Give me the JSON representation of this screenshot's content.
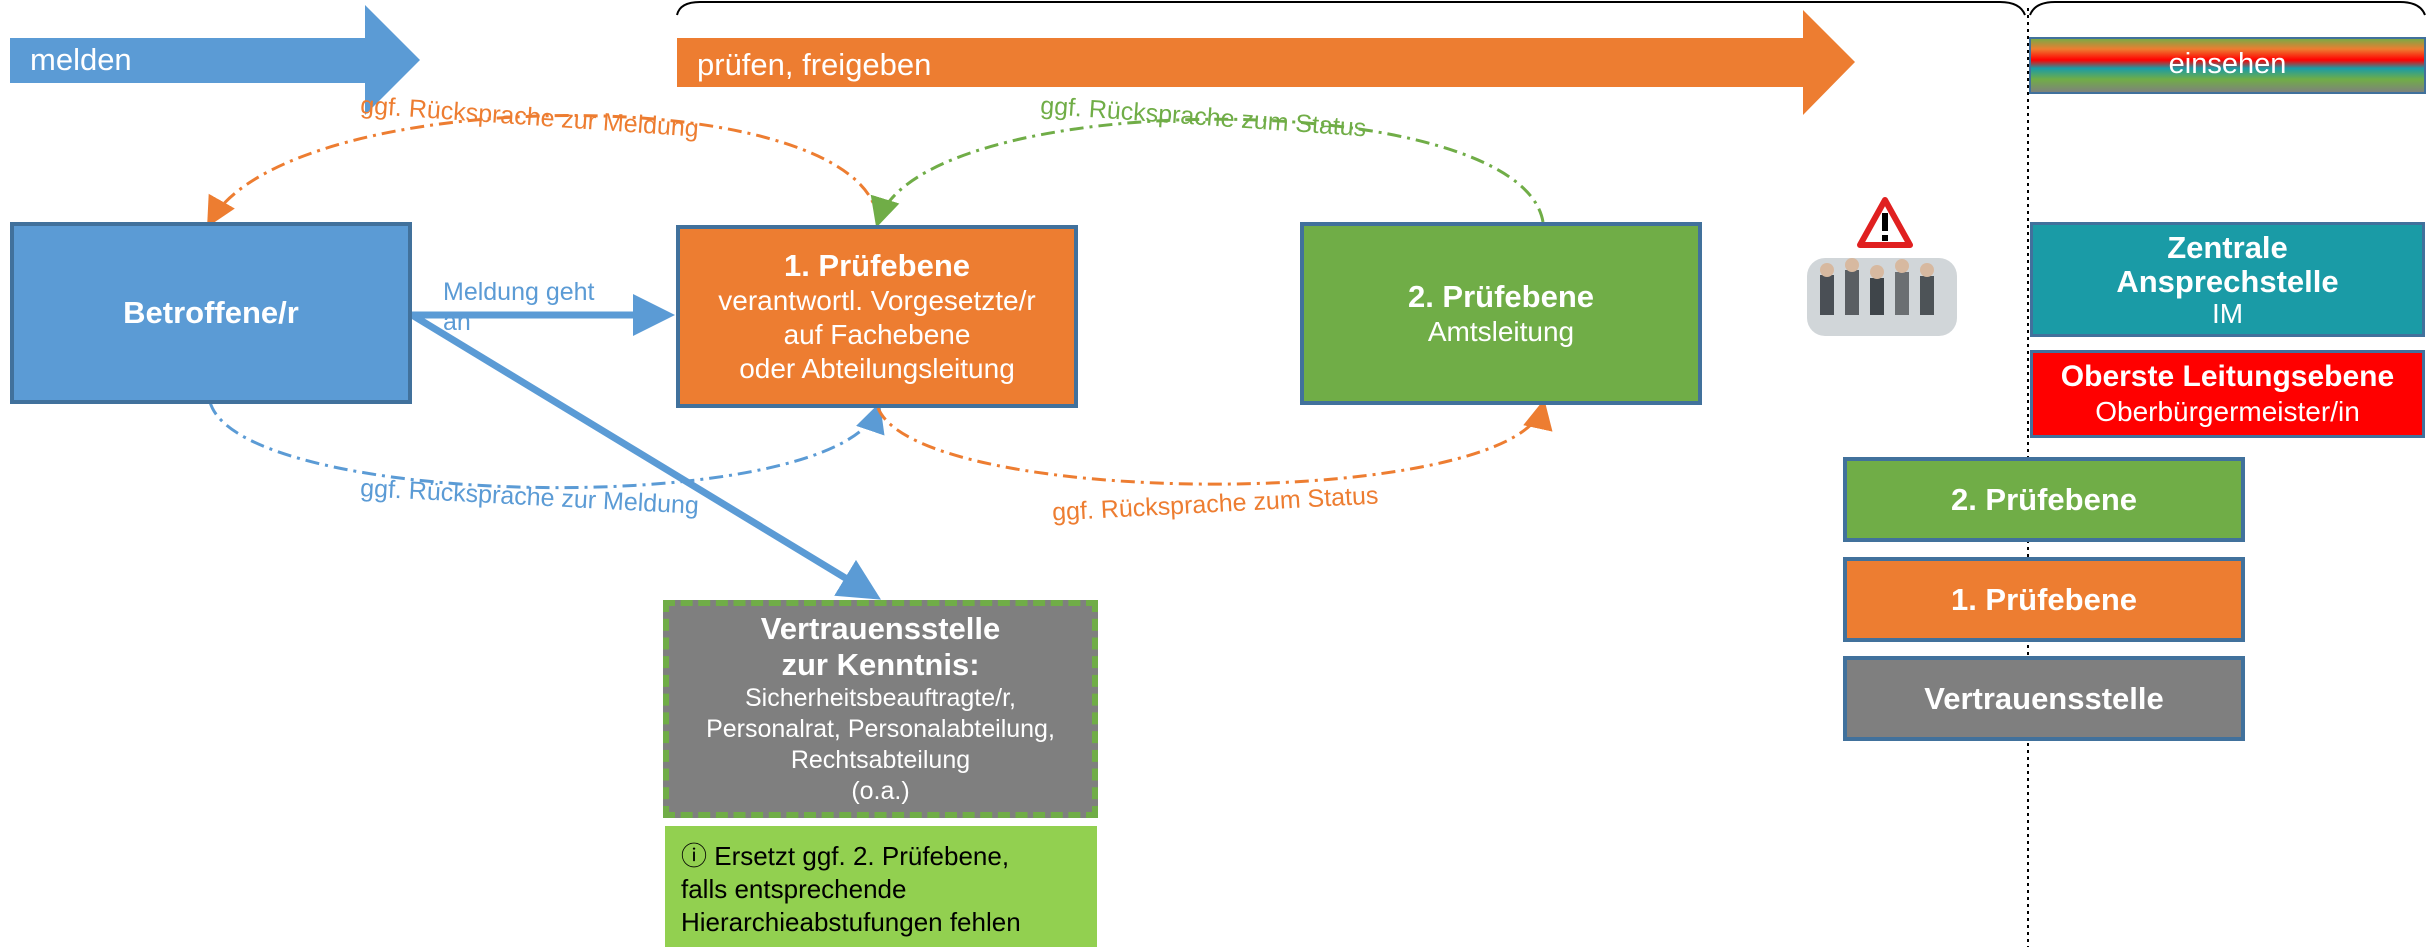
{
  "colors": {
    "blue": "#5b9bd5",
    "orange": "#ed7d31",
    "green": "#70ad47",
    "lightgreen": "#92d050",
    "teal": "#1a9ba6",
    "red": "#ff0000",
    "gray": "#7f7f7f",
    "border": "#41719c"
  },
  "arrows": {
    "melden": "melden",
    "pruefen": "prüfen, freigeben",
    "einsehen": "einsehen"
  },
  "boxes": {
    "betroffene": "Betroffene/r",
    "pruef1": {
      "title": "1. Prüfebene",
      "lines": [
        "verantwortl. Vorgesetzte/r",
        "auf Fachebene",
        "oder Abteilungsleitung"
      ]
    },
    "pruef2": {
      "title": "2. Prüfebene",
      "sub": "Amtsleitung"
    },
    "vertrauen": {
      "title1": "Vertrauensstelle",
      "title2": "zur Kenntnis:",
      "lines": [
        "Sicherheitsbeauftragte/r,",
        "Personalrat, Personalabteilung,",
        "Rechtsabteilung",
        "(o.a.)"
      ]
    },
    "note": {
      "icon": "info-icon",
      "lines": [
        "ⓘ Ersetzt ggf. 2. Prüfebene,",
        "falls entsprechende",
        "Hierarchieabstufungen fehlen"
      ]
    }
  },
  "labels": {
    "meldung_geht": "Meldung geht",
    "an": "an",
    "rueck_meldung_top": "ggf. Rücksprache zur Meldung",
    "rueck_status_top": "ggf. Rücksprache zum Status",
    "rueck_meldung_bottom": "ggf. Rücksprache zur Meldung",
    "rueck_status_bottom": "ggf. Rücksprache zum Status"
  },
  "right": {
    "warning_icon": "warning-icon",
    "photo": "meeting-photo",
    "zentrale": {
      "title": "Zentrale Ansprechstelle",
      "title_l1": "Zentrale",
      "title_l2": "Ansprechstelle",
      "sub": "IM"
    },
    "oberste": {
      "title": "Oberste Leitungsebene",
      "sub": "Oberbürgermeister/in"
    },
    "stack": [
      "2. Prüfebene",
      "1. Prüfebene",
      "Vertrauensstelle"
    ]
  }
}
